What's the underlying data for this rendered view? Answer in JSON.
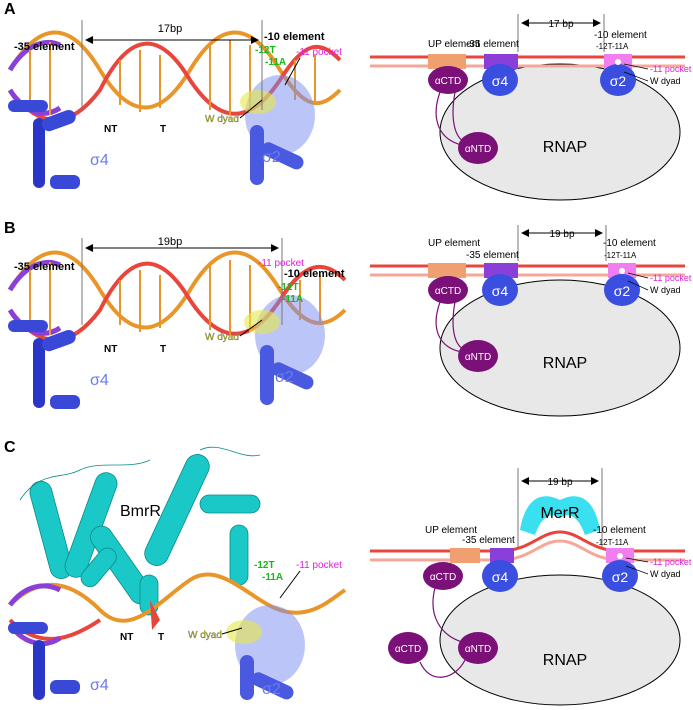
{
  "panels": [
    {
      "letter": "A",
      "left": {
        "minus35": "-35 element",
        "minus10": "-10 element",
        "spacer": "17bp",
        "m12": "-12T",
        "m11": "-11A",
        "pocket": "-11 pocket",
        "nt": "NT",
        "t": "T",
        "wdyad": "W dyad",
        "sigma4": "σ4",
        "sigma2": "σ2"
      },
      "right": {
        "up": "UP element",
        "minus35": "-35 element",
        "spacer": "17 bp",
        "minus10": "-10 element",
        "m12m11": "-12T-11A",
        "pocket": "-11 pocket",
        "wdyad": "W dyad",
        "actd": "αCTD",
        "antd": "αNTD",
        "s4": "σ4",
        "s2": "σ2",
        "rnap": "RNAP"
      }
    },
    {
      "letter": "B",
      "left": {
        "minus35": "-35 element",
        "minus10": "-10 element",
        "spacer": "19bp",
        "m12": "-12T",
        "m11": "-11A",
        "pocket": "-11 pocket",
        "nt": "NT",
        "t": "T",
        "wdyad": "W dyad",
        "sigma4": "σ4",
        "sigma2": "σ2"
      },
      "right": {
        "up": "UP element",
        "minus35": "-35 element",
        "spacer": "19 bp",
        "minus10": "-10 element",
        "m12m11": "-12T-11A",
        "pocket": "-11 pocket",
        "wdyad": "W dyad",
        "actd": "αCTD",
        "antd": "αNTD",
        "s4": "σ4",
        "s2": "σ2",
        "rnap": "RNAP"
      }
    },
    {
      "letter": "C",
      "left": {
        "bmrr": "BmrR",
        "m12": "-12T",
        "m11": "-11A",
        "pocket": "-11 pocket",
        "nt": "NT",
        "t": "T",
        "wdyad": "W dyad",
        "sigma4": "σ4",
        "sigma2": "σ2"
      },
      "right": {
        "spacer": "19 bp",
        "merr": "MerR",
        "up": "UP element",
        "minus35": "-35 element",
        "minus10": "-10 element",
        "m12m11": "-12T-11A",
        "pocket": "-11 pocket",
        "wdyad": "W dyad",
        "actd1": "αCTD",
        "actd2": "αCTD",
        "antd": "αNTD",
        "s4": "σ4",
        "s2": "σ2",
        "rnap": "RNAP"
      }
    }
  ],
  "colors": {
    "dna_red": "#e8453c",
    "dna_pink": "#f5a89a",
    "dna_orange": "#e8962a",
    "dna_purple": "#8a3fd8",
    "up_element": "#f0a070",
    "minus35": "#8a3fd8",
    "minus10": "#f07ef0",
    "sigma": "#3a4fe0",
    "alpha": "#7a1078",
    "rnap": "#e8e8e8",
    "green": "#18b818",
    "magenta": "#e020e0",
    "yellow": "#e8e84a",
    "bmrr": "#1ac8c8",
    "merr": "#3ae0f0"
  }
}
